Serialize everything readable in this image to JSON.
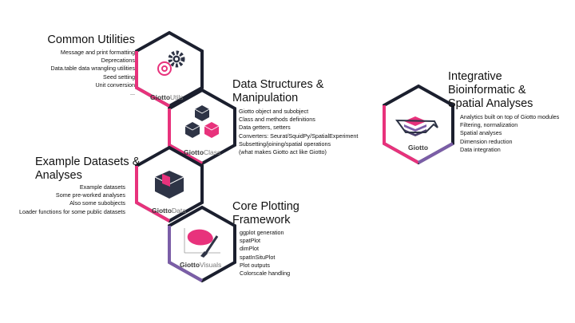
{
  "modules": [
    {
      "title_lines": [
        "Common Utilities"
      ],
      "items": [
        "Message and print formatting",
        "Deprecations",
        "Data.table data wrangling utilities",
        "Seed setting",
        "Unit conversion",
        "..."
      ],
      "badge_bold": "Giotto",
      "badge_light": "Utils",
      "icon": "gear-icon"
    },
    {
      "title_lines": [
        "Data Structures &",
        "Manipulation"
      ],
      "items": [
        "Giotto object and subobject",
        "Class and methods definitions",
        "Data getters, setters",
        "Converters: Seurat/SquidPy/SpatialExperiment",
        "Subsetting/joining/spatial operations",
        "(what makes Giotto act like Giotto)"
      ],
      "badge_bold": "Giotto",
      "badge_light": "Class",
      "icon": "cubes-icon"
    },
    {
      "title_lines": [
        "Example Datasets &",
        "Analyses"
      ],
      "items": [
        "Example datasets",
        "Some pre-worked analyses",
        "Also some subobjects",
        "Loader functions for some public datasets"
      ],
      "badge_bold": "Giotto",
      "badge_light": "Data",
      "icon": "box-icon"
    },
    {
      "title_lines": [
        "Core Plotting",
        "Framework"
      ],
      "items": [
        "ggplot generation",
        "spatPlot",
        "dimPlot",
        "spatInSituPlot",
        "Plot outputs",
        "Colorscale handling"
      ],
      "badge_bold": "Giotto",
      "badge_light": "Visuals",
      "icon": "paint-brush-icon"
    },
    {
      "title_lines": [
        "Integrative",
        "Bioinformatic &",
        "Spatial Analyses"
      ],
      "items": [
        "Analytics built on top of Giotto modules",
        "Filtering, normalization",
        "Spatial analyses",
        "Dimension reduction",
        "Data integration"
      ],
      "badge_bold": "Giotto",
      "badge_light": "",
      "icon": "giotto-fish-icon"
    }
  ],
  "colors": {
    "hex_border": "#1b1f2e",
    "accent_pink": "#e8327c",
    "accent_purple": "#7b5ea7",
    "dark_navy": "#2e3446"
  }
}
